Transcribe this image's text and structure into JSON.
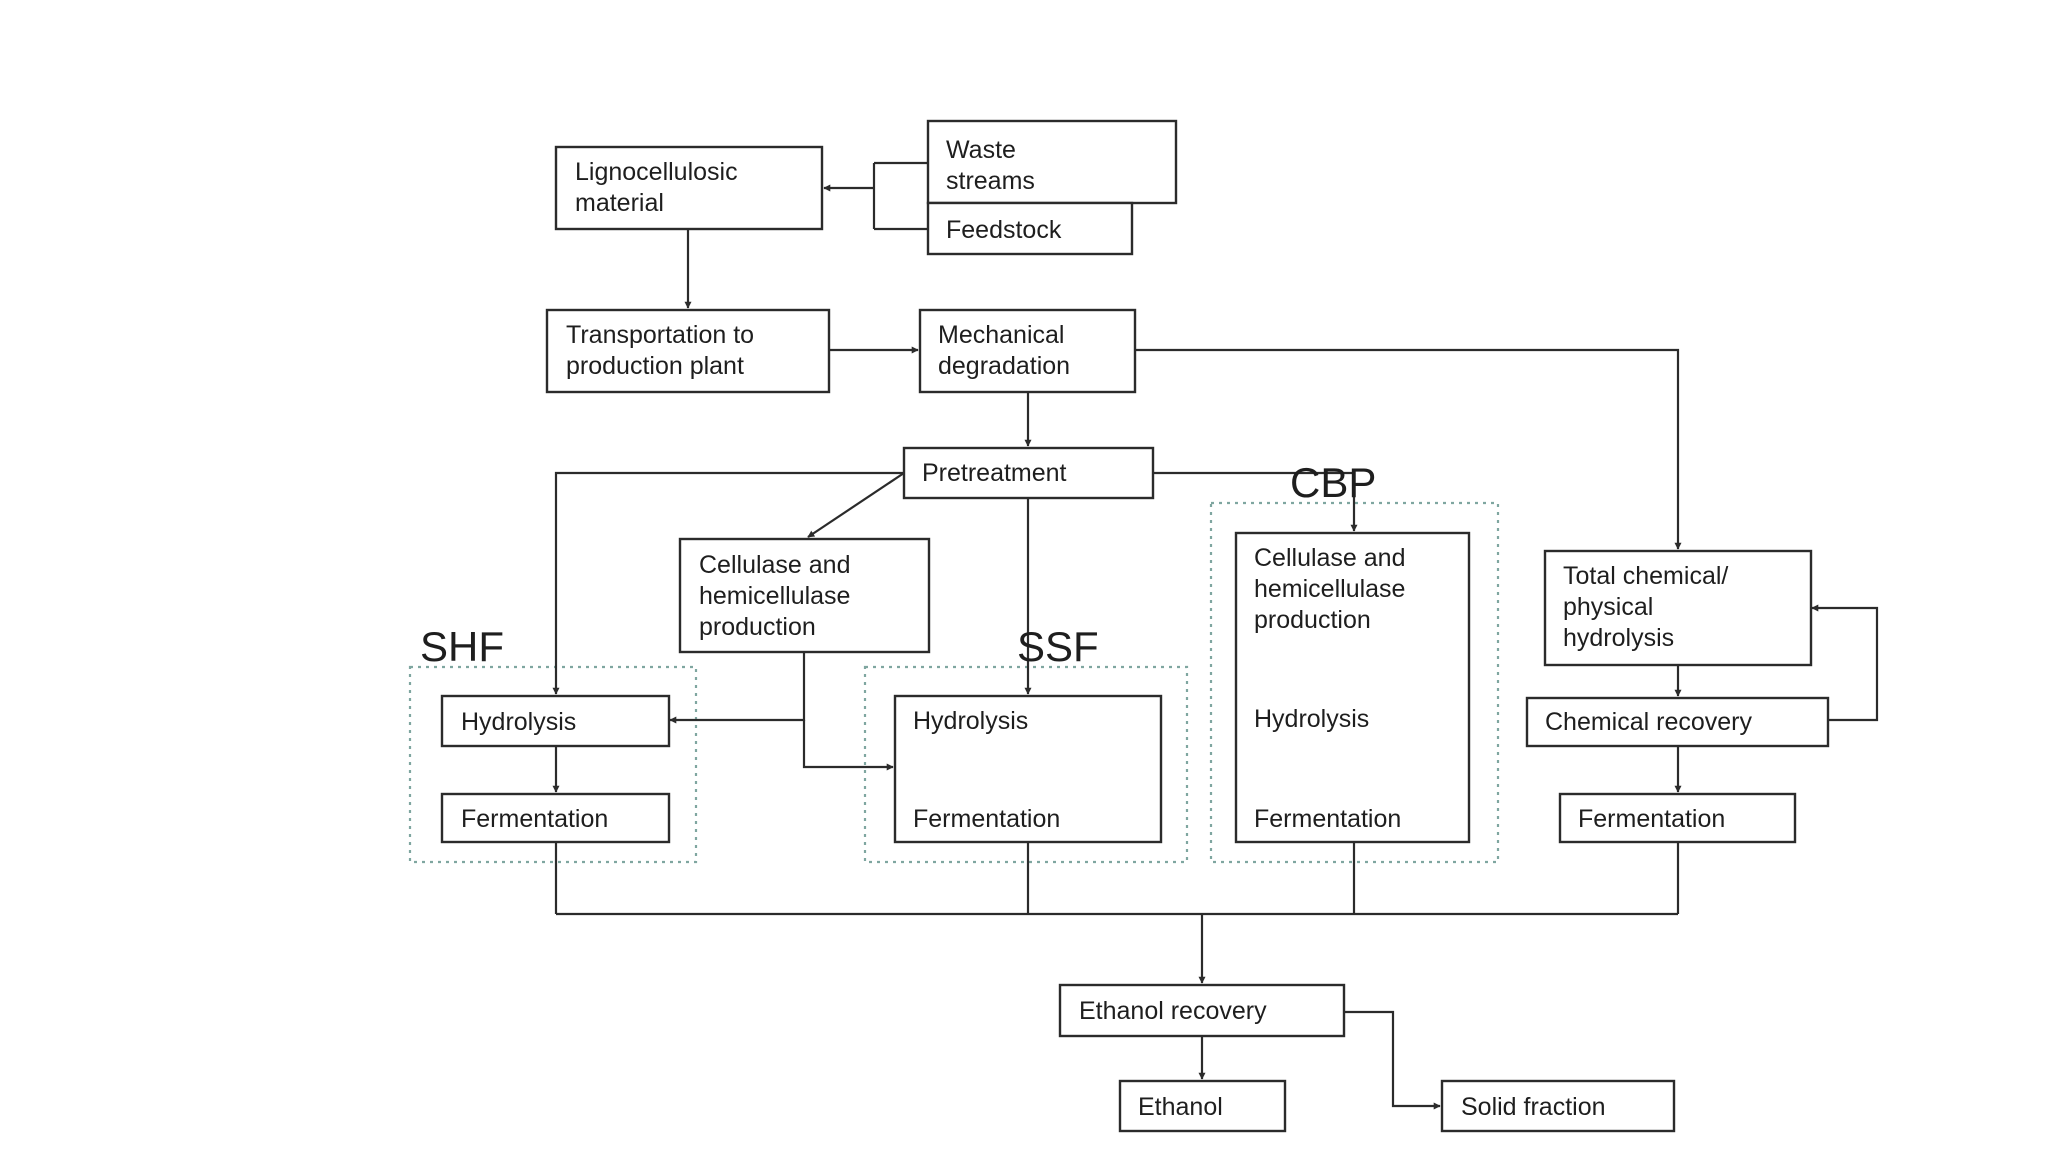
{
  "nodes": {
    "lignocellulosic": "Lignocellulosic material",
    "waste_streams": "Waste streams",
    "feedstock": "Feedstock",
    "transportation": "Transportation to production plant",
    "mechanical": "Mechanical degradation",
    "pretreatment": "Pretreatment",
    "cellulase_shf": "Cellulase and hemicellulase production",
    "shf_hydrolysis": "Hydrolysis",
    "shf_fermentation": "Fermentation",
    "ssf_hydrolysis": "Hydrolysis",
    "ssf_fermentation": "Fermentation",
    "cbp_cellulase": "Cellulase and hemicellulase production",
    "cbp_hydrolysis": "Hydrolysis",
    "cbp_fermentation": "Fermentation",
    "total_hydrolysis": "Total chemical/ physical hydrolysis",
    "chemical_recovery": "Chemical recovery",
    "chem_fermentation": "Fermentation",
    "ethanol_recovery": "Ethanol recovery",
    "ethanol": "Ethanol",
    "solid_fraction": "Solid fraction"
  },
  "groups": {
    "shf": "SHF",
    "ssf": "SSF",
    "cbp": "CBP"
  }
}
